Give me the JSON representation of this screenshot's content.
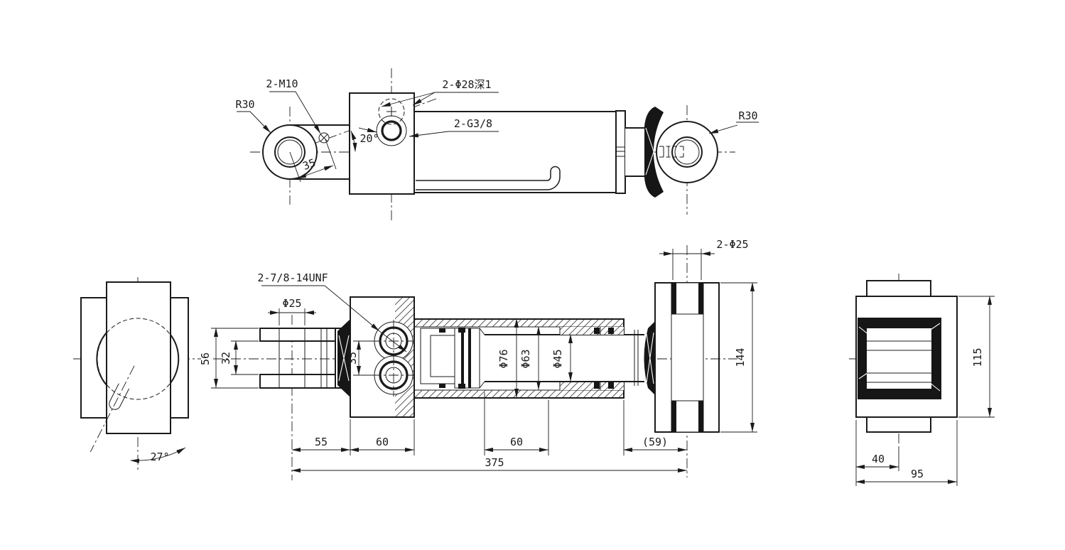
{
  "drawing": {
    "type": "engineering-drawing",
    "subject": "hydraulic cylinder, multi-view with section",
    "colors": {
      "background": "#ffffff",
      "line": "#1b1b1b",
      "fill_solid": "#161616"
    },
    "labels": {
      "r30_left": "R30",
      "m10": "2-M10",
      "phi28_depth": "2-Φ28深1",
      "g38": "2-G3/8",
      "angle20": "20°",
      "dim35_top": "35",
      "r30_right": "R30",
      "unf": "2-7/8-14UNF",
      "phi25": "Φ25",
      "dim56": "56",
      "dim32": "32",
      "dim35_ports": "35",
      "phi76": "Φ76",
      "phi63": "Φ63",
      "phi45": "Φ45",
      "two_phi25": "2-Φ25",
      "dim144": "144",
      "dim59": "(59)",
      "dim55": "55",
      "dim60_a": "60",
      "dim60_b": "60",
      "dim375": "375",
      "angle27": "27°",
      "dim40": "40",
      "dim95": "95",
      "dim115": "115"
    }
  }
}
